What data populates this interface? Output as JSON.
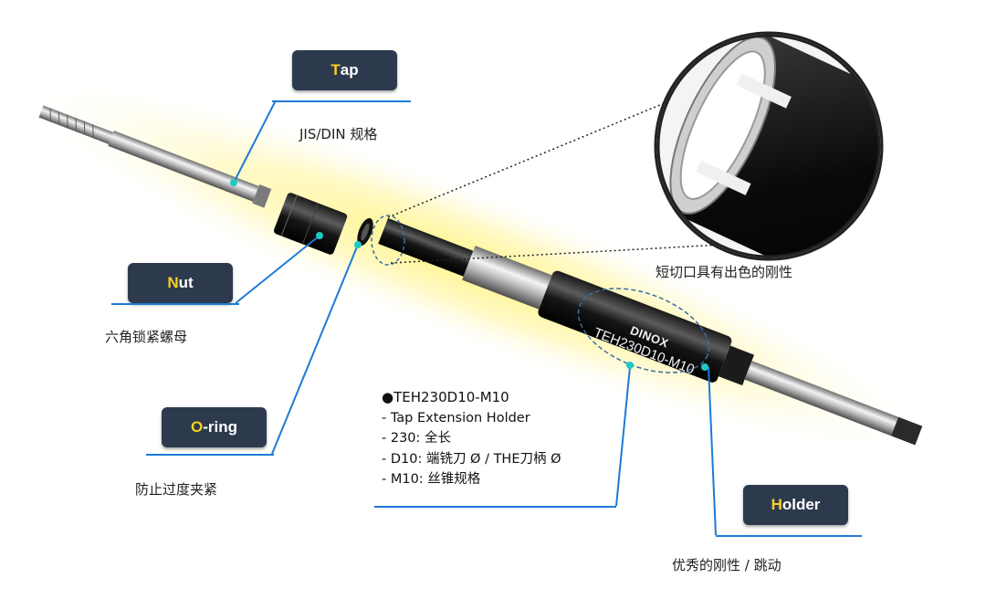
{
  "labels": {
    "tap": {
      "first": "T",
      "rest": "ap"
    },
    "nut": {
      "first": "N",
      "rest": "ut"
    },
    "oring": {
      "first": "O",
      "rest": "-ring"
    },
    "holder": {
      "first": "H",
      "rest": "older"
    }
  },
  "captions": {
    "tap": "JIS/DIN 规格",
    "nut": "六角锁紧螺母",
    "oring": "防止过度夹紧",
    "holder": "优秀的刚性 / 跳动",
    "slot": "短切口具有出色的刚性"
  },
  "spec": {
    "model_bullet": "●",
    "model": "TEH230D10-M10",
    "lines": [
      "- Tap Extension Holder",
      "-    230: 全长",
      "-    D10: 端铣刀 Ø / THE刀柄 Ø",
      "- M10: 丝锥规格"
    ]
  },
  "engraving": {
    "brand": "DINOX",
    "model": "TEH230D10-M10"
  },
  "colors": {
    "badge_bg": "#2d3a4e",
    "badge_highlight": "#f6d21e",
    "rule_blue": "#1e7ad6",
    "leader_cyan": "#1fc9c4",
    "glow_yellow": "#fff27a"
  }
}
